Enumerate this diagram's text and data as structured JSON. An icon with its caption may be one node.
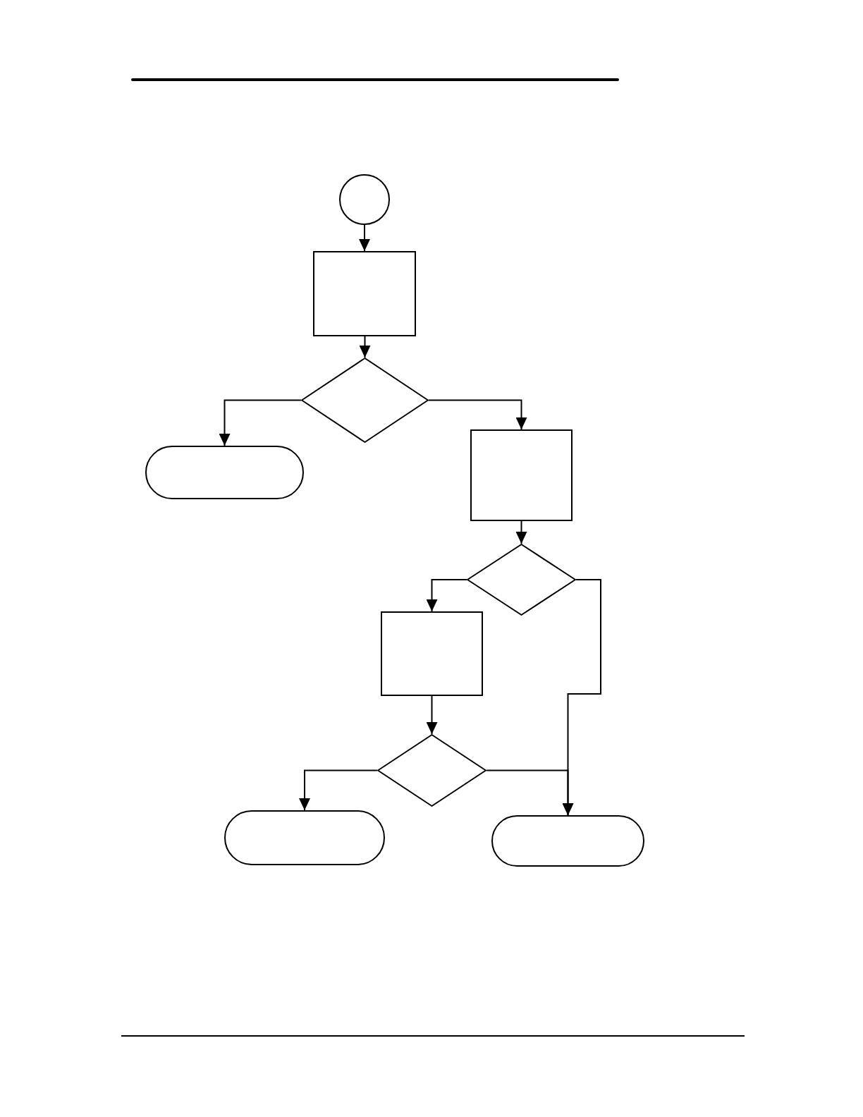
{
  "diagram": {
    "nodes": [
      {
        "text": [],
        "shape": "circle"
      },
      {
        "text": [],
        "shape": "box"
      },
      {
        "text": [],
        "shape": "diamond"
      },
      {
        "text": [],
        "shape": "pill"
      },
      {
        "text": [],
        "shape": "box"
      },
      {
        "text": [],
        "shape": "diamond"
      },
      {
        "text": [],
        "shape": "box"
      },
      {
        "text": [],
        "shape": "diamond"
      },
      {
        "text": [],
        "shape": "pill"
      },
      {
        "text": [],
        "shape": "pill"
      }
    ],
    "edges": [
      {
        "from": 0,
        "to": 1,
        "arrow": "to"
      },
      {
        "from": 1,
        "to": 2,
        "arrow": "to"
      },
      {
        "from": 2,
        "to": 3,
        "arrow": "to"
      },
      {
        "from": 2,
        "to": 4,
        "arrow": "to"
      },
      {
        "from": 4,
        "to": 5,
        "arrow": "to"
      },
      {
        "from": 5,
        "to": 6,
        "arrow": "to"
      },
      {
        "from": 5,
        "to": 9,
        "arrow": "to"
      },
      {
        "from": 6,
        "to": 7,
        "arrow": "to"
      },
      {
        "from": 7,
        "to": 8,
        "arrow": "to"
      },
      {
        "from": 7,
        "to": 9,
        "arrow": "to"
      }
    ]
  }
}
